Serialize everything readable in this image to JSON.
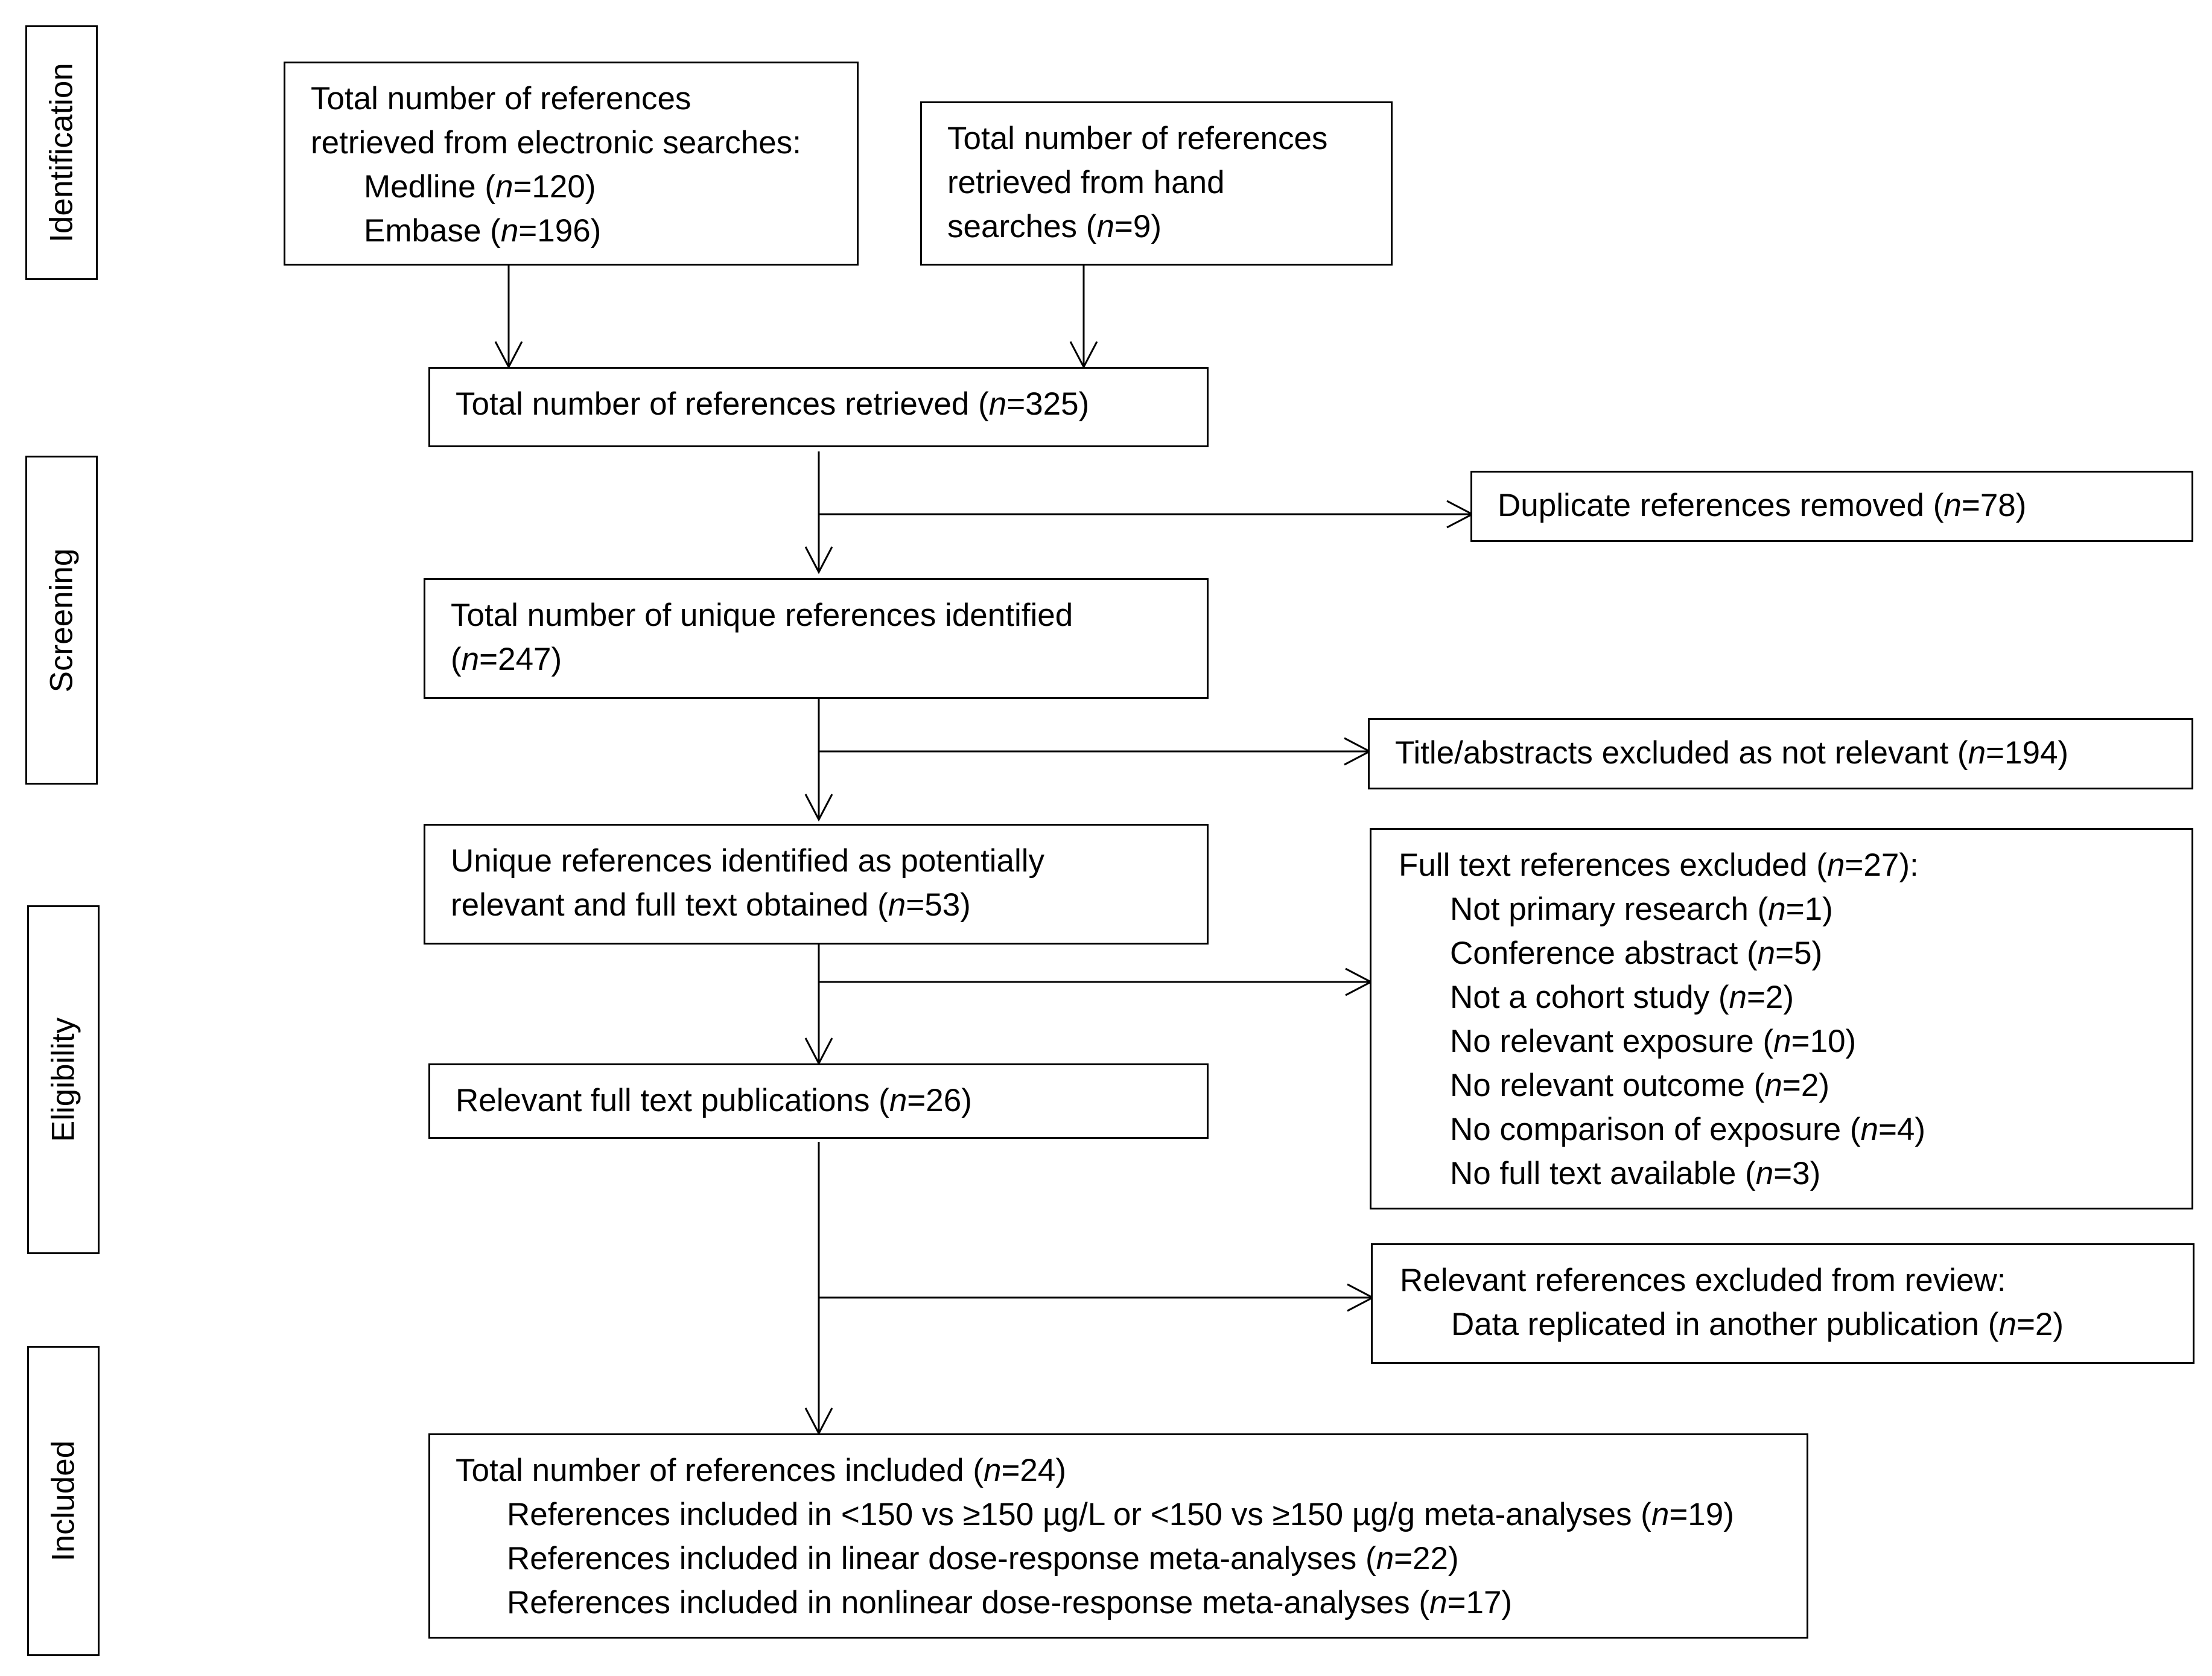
{
  "stages": {
    "identification": "Identification",
    "screening": "Screening",
    "eligibility": "Eligibility",
    "included": "Included"
  },
  "electronic": {
    "line1": "Total  number of references",
    "line2": "retrieved from electronic searches:",
    "medline_label": "Medline (",
    "medline_n": "n",
    "medline_value": "=120)",
    "embase_label": "Embase (",
    "embase_n": "n",
    "embase_value": "=196)"
  },
  "hand": {
    "line1": "Total number of references",
    "line2": "retrieved from hand",
    "line3_label": "searches (",
    "line3_n": "n",
    "line3_value": "=9)"
  },
  "retrieved": {
    "label": "Total  number of references retrieved (",
    "n": "n",
    "value": "=325)"
  },
  "duplicates": {
    "label": "Duplicate references removed (",
    "n": "n",
    "value": "=78)"
  },
  "unique": {
    "line1": "Total number of unique references identified",
    "line2_label": "(",
    "line2_n": "n",
    "line2_value": "=247)"
  },
  "title_excluded": {
    "label": "Title/abstracts excluded as not relevant (",
    "n": "n",
    "value": "=194)"
  },
  "potentially_relevant": {
    "line1": "Unique references identified as potentially",
    "line2_label": "relevant and full text obtained (",
    "line2_n": "n",
    "line2_value": "=53)"
  },
  "fulltext_excluded": {
    "header_label": "Full text references excluded (",
    "header_n": "n",
    "header_value": "=27):",
    "items": [
      {
        "label": "Not primary research (",
        "n": "n",
        "value": "=1)"
      },
      {
        "label": "Conference abstract (",
        "n": "n",
        "value": "=5)"
      },
      {
        "label": "Not a cohort study (",
        "n": "n",
        "value": "=2)"
      },
      {
        "label": "No relevant exposure (",
        "n": "n",
        "value": "=10)"
      },
      {
        "label": "No relevant outcome (",
        "n": "n",
        "value": "=2)"
      },
      {
        "label": "No comparison of exposure (",
        "n": "n",
        "value": "=4)"
      },
      {
        "label": "No full text available (",
        "n": "n",
        "value": "=3)"
      }
    ]
  },
  "relevant_fulltext": {
    "label": "Relevant full text publications (",
    "n": "n",
    "value": "=26)"
  },
  "review_excluded": {
    "line1": "Relevant references excluded from review:",
    "line2_label": "Data replicated in another publication (",
    "line2_n": "n",
    "line2_value": "=2)"
  },
  "included": {
    "header_label": "Total number of references included (",
    "header_n": "n",
    "header_value": "=24)",
    "items": [
      {
        "label": "References included in <150 vs ≥150 µg/L or <150 vs ≥150 µg/g meta-analyses (",
        "n": "n",
        "value": "=19)"
      },
      {
        "label": "References included in linear dose-response meta-analyses (",
        "n": "n",
        "value": "=22)"
      },
      {
        "label": "References included in nonlinear dose-response meta-analyses (",
        "n": "n",
        "value": "=17)"
      }
    ]
  }
}
